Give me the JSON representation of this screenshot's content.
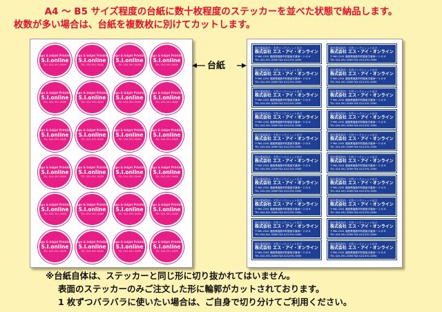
{
  "header": {
    "line1": "A4 ～ B5 サイズ程度の台紙に数十枚程度のステッカーを並べた状態で納品します。",
    "line2": "枚数が多い場合は、台紙を複数枚に別けてカットします。"
  },
  "callout_label": "台紙",
  "colors": {
    "background": "#fdf3b4",
    "header": "#e0142a",
    "circle": "#e61e85",
    "label": "#1e3f93"
  },
  "circle_sticker": {
    "sub": "Sign & Inkjet Printing",
    "main": "S.I.online",
    "tel": "TEL 024-591-5089"
  },
  "rect_sticker": {
    "top": "屋外看板製作・大判インクジェット出力",
    "name": "株式会社 エス・アイ・オンライン",
    "addr": "〒960-2261 福島県福島市町庭坂字道添一 2 の 6",
    "tel": "TEL 024-591-5089 FAX 024-591-5090"
  },
  "notes": {
    "line1": "※台紙自体は、ステッカーと同じ形に切り抜かれてはいません。",
    "line2": "表面のステッカーのみご注文した形に輪郭がカットされております。",
    "line3": "1 枚ずつバラバラに使いたい場合は、ご自身で切り分けてご利用ください。"
  }
}
